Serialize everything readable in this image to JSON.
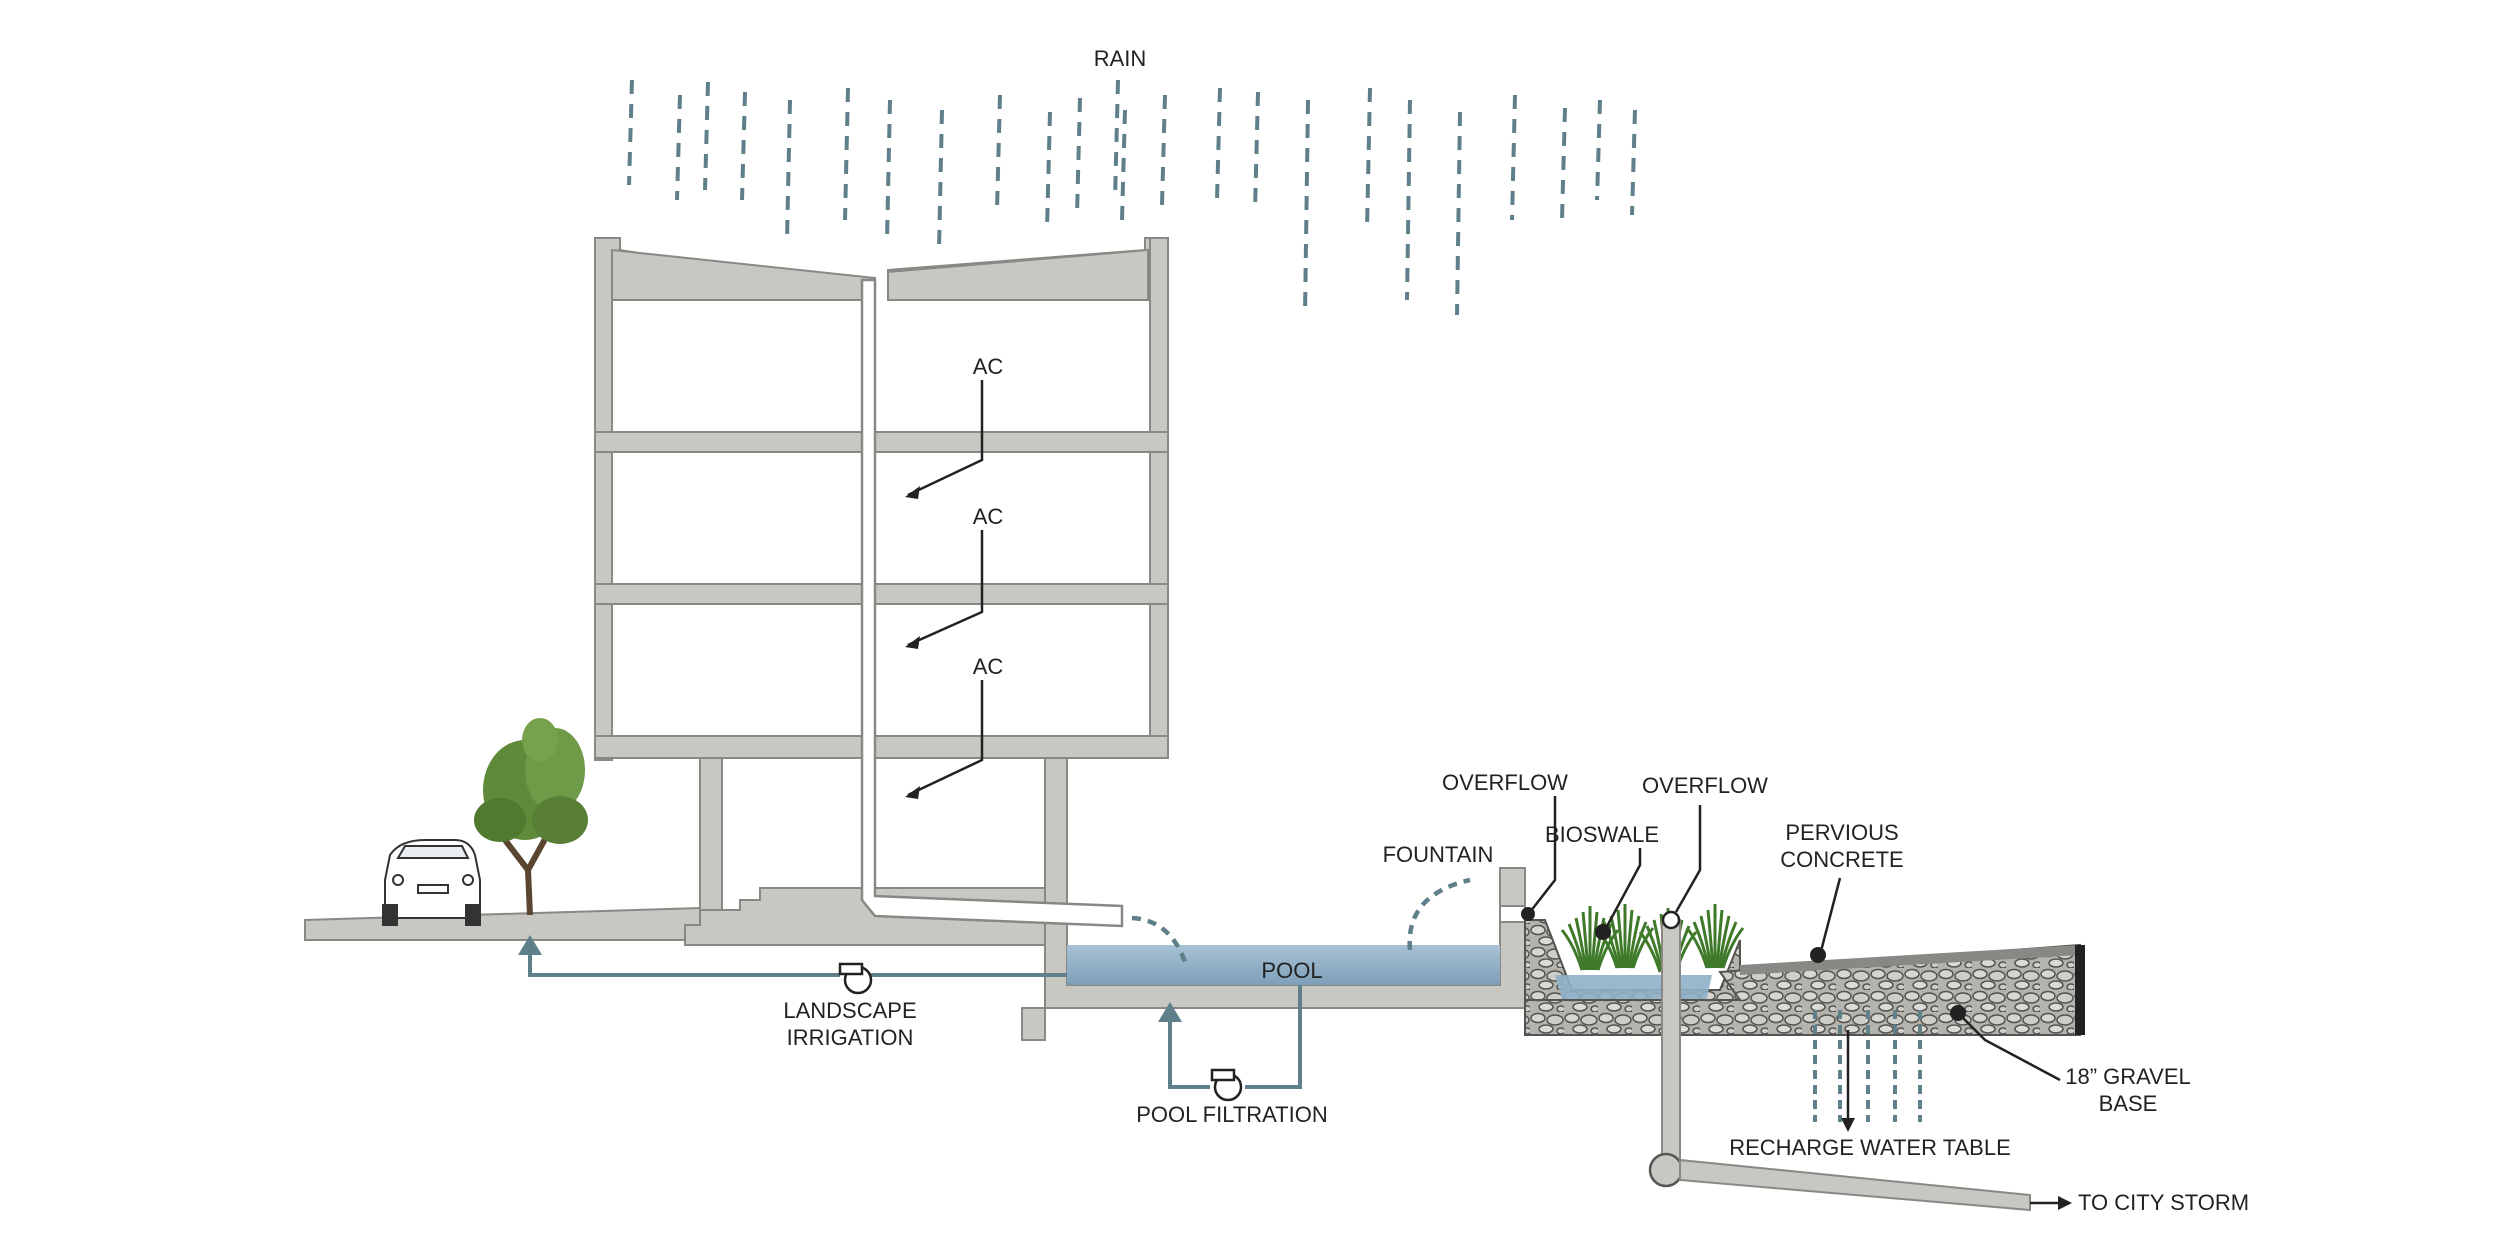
{
  "labels": {
    "rain": "RAIN",
    "ac_1": "AC",
    "ac_2": "AC",
    "ac_3": "AC",
    "pool": "POOL",
    "fountain": "FOUNTAIN",
    "overflow_1": "OVERFLOW",
    "overflow_2": "OVERFLOW",
    "bioswale": "BIOSWALE",
    "pervious_concrete_1": "PERVIOUS",
    "pervious_concrete_2": "CONCRETE",
    "landscape_irrigation_1": "LANDSCAPE",
    "landscape_irrigation_2": "IRRIGATION",
    "pool_filtration": "POOL FILTRATION",
    "recharge_water_table": "RECHARGE WATER TABLE",
    "gravel_base_1": "18” GRAVEL",
    "gravel_base_2": "BASE",
    "to_city_storm": "TO CITY STORM"
  },
  "colors": {
    "concrete": "#c9c7c2",
    "concrete_edge": "#8a8884",
    "water": "#8fb0c8",
    "water_flow": "#5f7f8a",
    "tree": "#5e8a3a",
    "gravel": "#a7a6a1",
    "ink": "#222222"
  },
  "icons": {
    "car": "car-icon",
    "tree": "tree-icon",
    "pump": "pump-icon"
  }
}
